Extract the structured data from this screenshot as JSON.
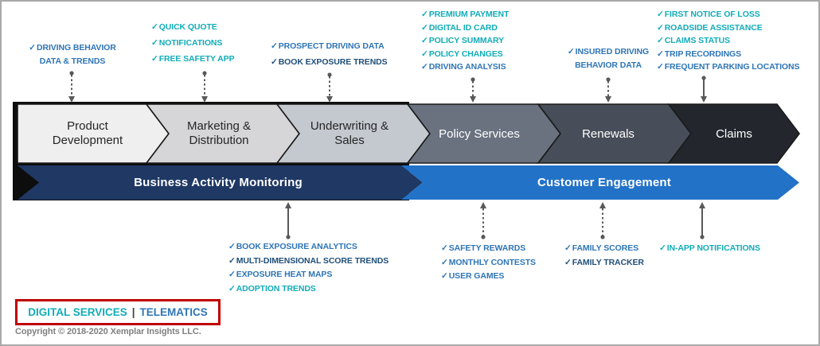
{
  "colors": {
    "teal_digital_services": "#11ACB8",
    "blue_telematics": "#2E75B6",
    "dark_blue_telematics": "#1F4E79",
    "banner_navy": "#1F3864",
    "banner_blue": "#2272C8",
    "legend_border_red": "#C00000",
    "arrow_gray": "#595959",
    "stage_fills": [
      "#EFEFEF",
      "#D6D6D9",
      "#C4C9D0",
      "#6A7280",
      "#474E59",
      "#23262D"
    ]
  },
  "glyphs": {
    "check": "✓"
  },
  "stages": [
    {
      "label": "Product Development"
    },
    {
      "label": "Marketing & Distribution"
    },
    {
      "label": "Underwriting & Sales"
    },
    {
      "label": "Policy Services"
    },
    {
      "label": "Renewals"
    },
    {
      "label": "Claims"
    }
  ],
  "banners": [
    {
      "label": "Business Activity Monitoring"
    },
    {
      "label": "Customer Engagement"
    }
  ],
  "top_annotations": {
    "product_development": {
      "l1": "DRIVING BEHAVIOR",
      "l2": "DATA & TRENDS"
    },
    "marketing": {
      "l1": "QUICK QUOTE",
      "l2": "NOTIFICATIONS",
      "l3": "FREE SAFETY APP"
    },
    "underwriting": {
      "l1": "PROSPECT DRIVING DATA",
      "l2": "BOOK EXPOSURE TRENDS"
    },
    "policy_services": {
      "l1": "PREMIUM PAYMENT",
      "l2": "DIGITAL ID CARD",
      "l3": "POLICY SUMMARY",
      "l4": "POLICY CHANGES",
      "l5": "DRIVING ANALYSIS"
    },
    "renewals": {
      "l1": "INSURED DRIVING",
      "l2": "BEHAVIOR DATA"
    },
    "claims": {
      "l1": "FIRST NOTICE OF LOSS",
      "l2": "ROADSIDE ASSISTANCE",
      "l3": "CLAIMS STATUS",
      "l4": "TRIP RECORDINGS",
      "l5": "FREQUENT PARKING LOCATIONS"
    }
  },
  "bottom_annotations": {
    "bam": {
      "l1": "BOOK EXPOSURE ANALYTICS",
      "l2": "MULTI-DIMENSIONAL SCORE TRENDS",
      "l3": "EXPOSURE HEAT MAPS",
      "l4": "ADOPTION TRENDS"
    },
    "engagement1": {
      "l1": "SAFETY REWARDS",
      "l2": "MONTHLY CONTESTS",
      "l3": "USER GAMES"
    },
    "engagement2": {
      "l1": "FAMILY SCORES",
      "l2": "FAMILY TRACKER"
    },
    "engagement3": {
      "l1": "IN-APP NOTIFICATIONS"
    }
  },
  "legend": {
    "digital_services": "DIGITAL SERVICES",
    "separator": "|",
    "telematics": "TELEMATICS"
  },
  "footer": {
    "copyright": "Copyright © 2018-2020 Xemplar Insights LLC."
  }
}
